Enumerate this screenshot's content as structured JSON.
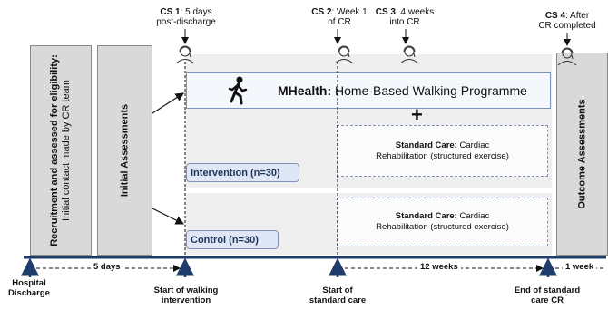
{
  "checkpoints": [
    {
      "id": "CS 1",
      "text": ": 5 days\npost-discharge"
    },
    {
      "id": "CS 2",
      "text": ": Week 1\nof CR"
    },
    {
      "id": "CS 3",
      "text": ": 4 weeks\ninto CR"
    },
    {
      "id": "CS 4",
      "text": ": After\nCR completed"
    }
  ],
  "recruitment": {
    "bold": "Recruitment and assessed for eligibility:",
    "normal": "Initial contact made by CR team"
  },
  "initial_assessments": "Initial Assessments",
  "outcome_assessments": "Outcome Assessments",
  "mhealth": {
    "bold": "MHealth:",
    "normal": " Home-Based Walking Programme"
  },
  "plus": "+",
  "standard_care": {
    "bold": "Standard Care:",
    "normal": " Cardiac",
    "line2": "Rehabilitation (structured exercise)"
  },
  "groups": {
    "intervention": "Intervention (n=30)",
    "control": "Control  (n=30)"
  },
  "durations": {
    "d1": "5 days",
    "d2": "12 weeks",
    "d3": "1 week"
  },
  "timeline_labels": {
    "hospital": "Hospital\nDischarge",
    "walking": "Start of walking\nintervention",
    "standard": "Start of\nstandard care",
    "end": "End of standard\ncare CR"
  },
  "colors": {
    "axis": "#1f3d6b",
    "box_border": "#7f93b8",
    "grey_box": "#d9d9d9"
  }
}
